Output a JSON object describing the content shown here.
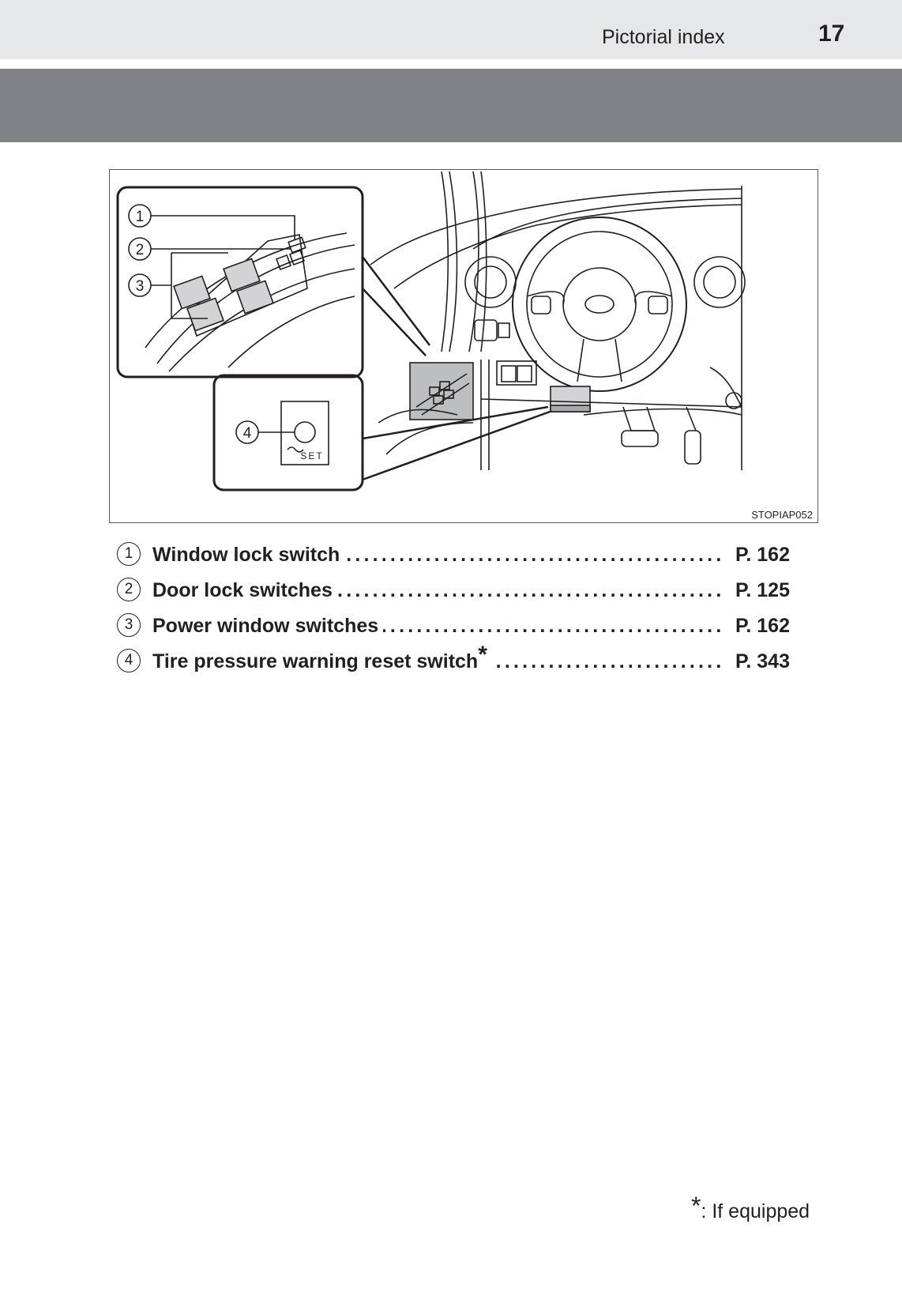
{
  "header": {
    "section_title": "Pictorial index",
    "page_number": "17"
  },
  "figure": {
    "code": "STOPIAP052",
    "callouts": [
      "1",
      "2",
      "3",
      "4"
    ],
    "set_label": "SET"
  },
  "index_items": [
    {
      "number": "1",
      "label": "Window lock switch",
      "asterisk": "",
      "page": "P. 162"
    },
    {
      "number": "2",
      "label": "Door lock switches",
      "asterisk": "",
      "page": "P. 125"
    },
    {
      "number": "3",
      "label": "Power window switches",
      "asterisk": "",
      "page": "P. 162"
    },
    {
      "number": "4",
      "label": "Tire pressure warning reset switch",
      "asterisk": "*",
      "page": "P. 343"
    }
  ],
  "footnote": {
    "star": "*",
    "text": ": If equipped"
  }
}
